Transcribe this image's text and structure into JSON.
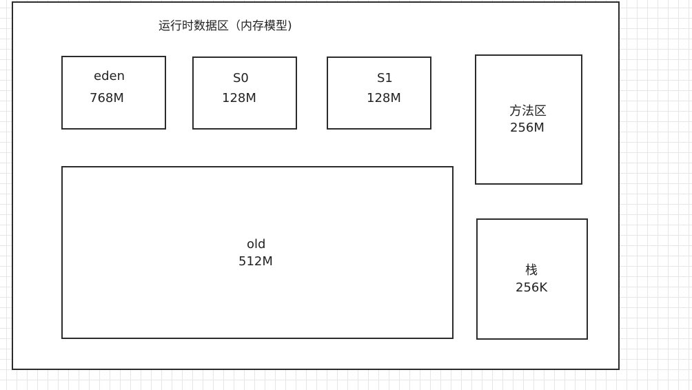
{
  "diagram": {
    "title": "运行时数据区（内存模型)",
    "eden": {
      "name": "eden",
      "size": "768M"
    },
    "s0": {
      "name": "S0",
      "size": "128M"
    },
    "s1": {
      "name": "S1",
      "size": "128M"
    },
    "old": {
      "name": "old",
      "size": "512M"
    },
    "method_area": {
      "name": "方法区",
      "size": "256M"
    },
    "stack": {
      "name": "栈",
      "size": "256K"
    }
  }
}
